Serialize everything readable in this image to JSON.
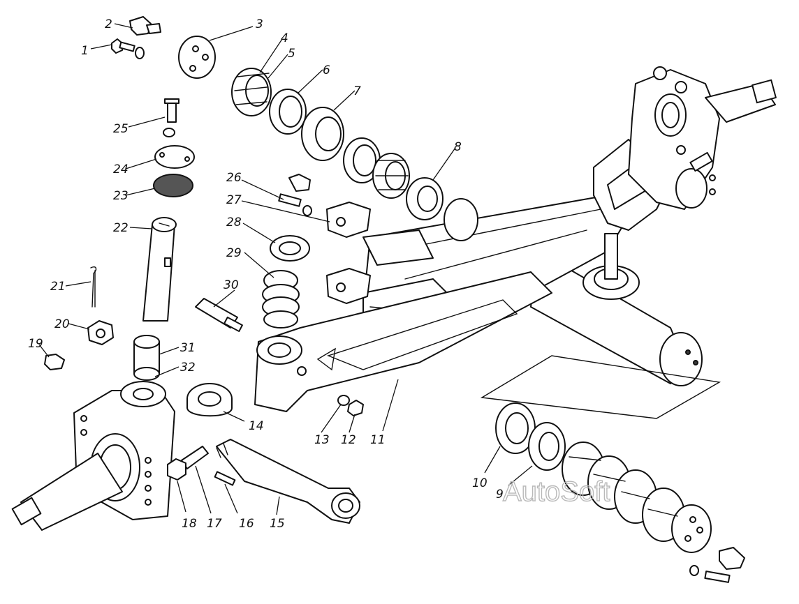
{
  "labels": [
    "1",
    "2",
    "3",
    "4",
    "5",
    "6",
    "7",
    "8",
    "9",
    "10",
    "11",
    "12",
    "13",
    "14",
    "15",
    "16",
    "17",
    "18",
    "19",
    "20",
    "21",
    "22",
    "23",
    "24",
    "25",
    "26",
    "27",
    "28",
    "29",
    "30",
    "31",
    "32"
  ],
  "watermark": "AutoSoft",
  "colors": {
    "ink": "#111111",
    "background": "#ffffff",
    "watermark": "#b9b9b9"
  }
}
